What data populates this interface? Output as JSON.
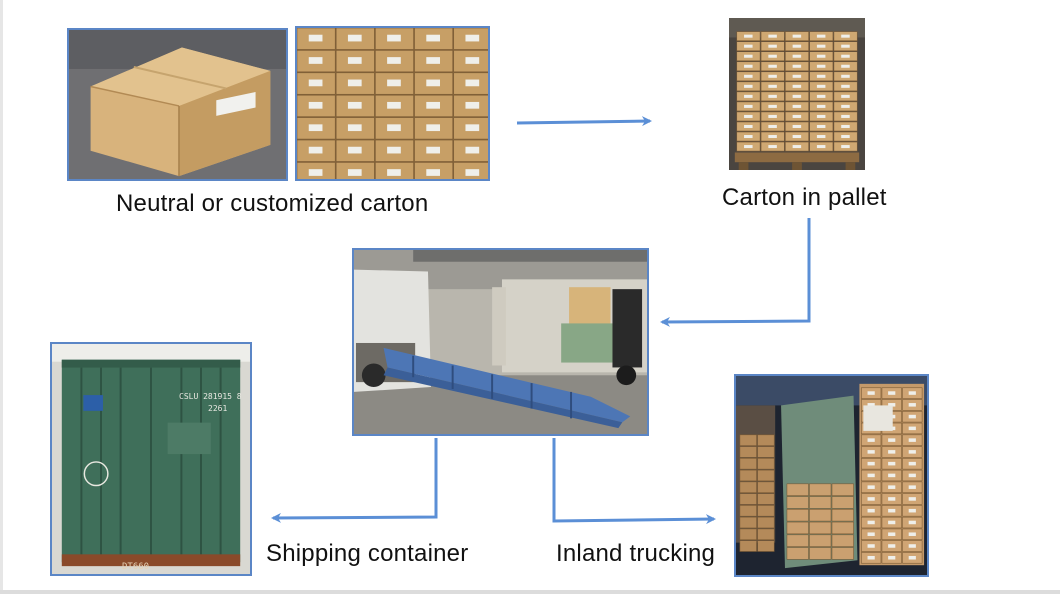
{
  "captions": {
    "carton": "Neutral or customized carton",
    "pallet": "Carton in pallet",
    "container": "Shipping container",
    "trucking": "Inland trucking"
  },
  "container_marks": {
    "code": "CSLU 281915 8",
    "type": "2261",
    "bottom": "DT660"
  },
  "colors": {
    "arrow": "#5b8fd6",
    "border": "#5b86c6",
    "cardboard": "#c9a46a",
    "container_green": "#3f6f5a"
  }
}
